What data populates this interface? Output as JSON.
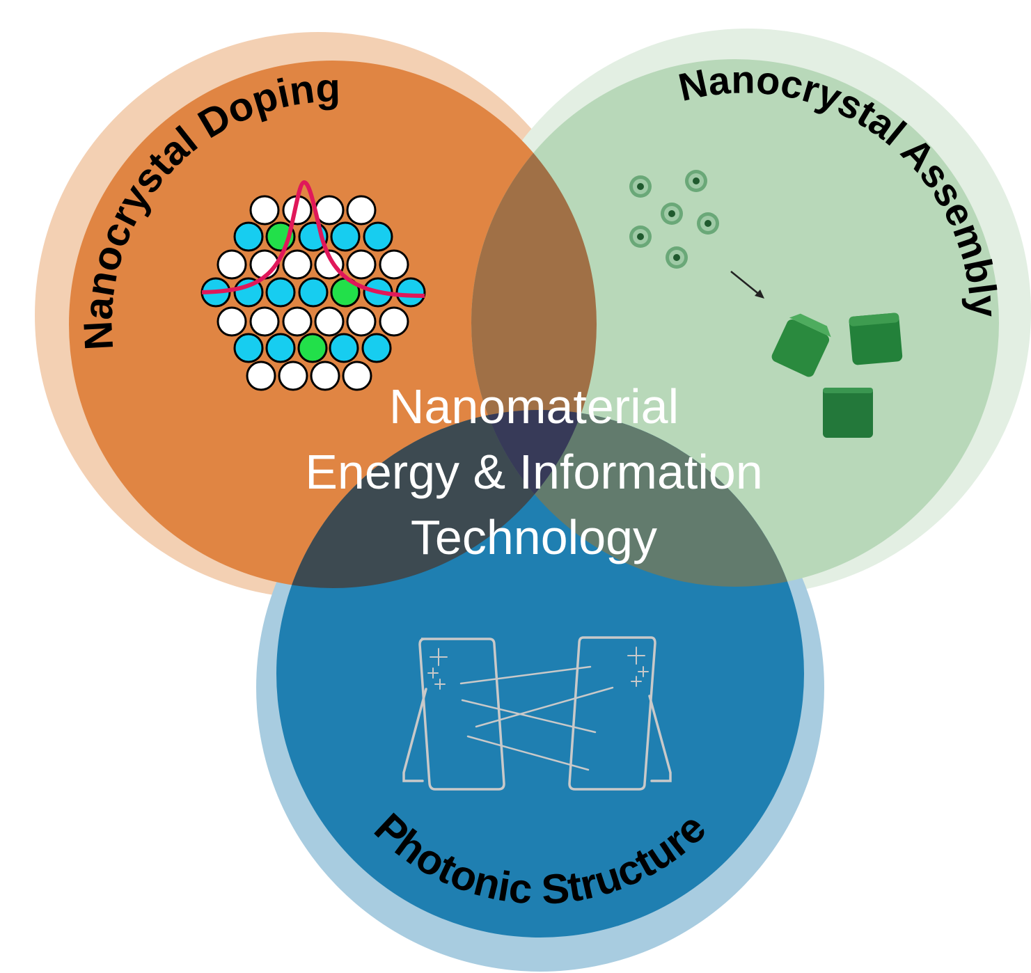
{
  "diagram": {
    "center_title": [
      "Nanomaterial",
      "Energy & Information",
      "Technology"
    ],
    "circles": [
      {
        "label": "Nanocrystal Doping",
        "color": "#e08543",
        "halo": "#f3d0b3"
      },
      {
        "label": "Nanocrystal Assembly",
        "color": "#b8d8b9",
        "halo": "#e3efe3"
      },
      {
        "label": "Photonic Structure",
        "color": "#1f7fb1",
        "halo": "#a8cce0"
      }
    ],
    "overlap_colors": {
      "doping_assembly": "#a07046",
      "doping_photonic": "#3d4a51",
      "assembly_photonic": "#627b6d",
      "all": "#373a58"
    }
  }
}
